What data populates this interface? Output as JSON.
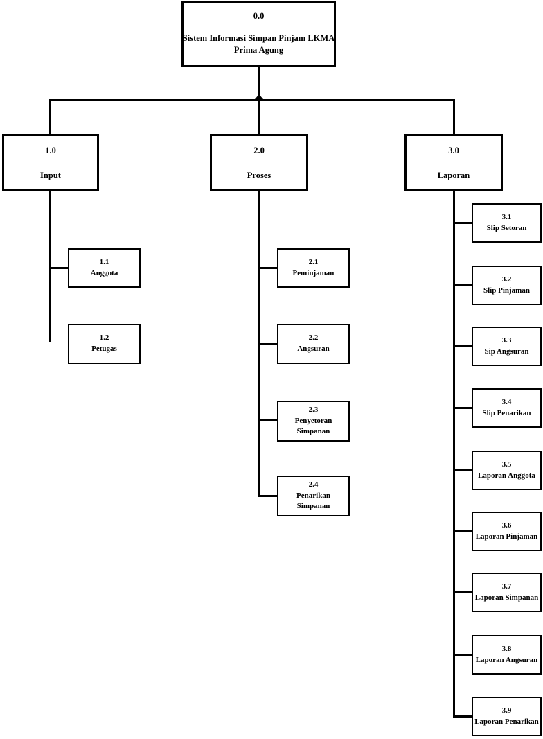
{
  "diagram": {
    "type": "hierarchy-chart",
    "colors": {
      "line": "#000000",
      "background": "#ffffff"
    },
    "nodes": {
      "n0": {
        "code": "0.0",
        "lines": [
          "Sistem Informasi Simpan Pinjam LKMA",
          "Prima Agung"
        ]
      },
      "n1": {
        "code": "1.0",
        "lines": [
          "Input"
        ]
      },
      "n2": {
        "code": "2.0",
        "lines": [
          "Proses"
        ]
      },
      "n3": {
        "code": "3.0",
        "lines": [
          "Laporan"
        ]
      },
      "n11": {
        "code": "1.1",
        "lines": [
          "Anggota"
        ]
      },
      "n12": {
        "code": "1.2",
        "lines": [
          "Petugas"
        ]
      },
      "n21": {
        "code": "2.1",
        "lines": [
          "Peminjaman"
        ]
      },
      "n22": {
        "code": "2.2",
        "lines": [
          "Angsuran"
        ]
      },
      "n23": {
        "code": "2.3",
        "lines": [
          "Penyetoran",
          "Simpanan"
        ]
      },
      "n24": {
        "code": "2.4",
        "lines": [
          "Penarikan",
          "Simpanan"
        ]
      },
      "n31": {
        "code": "3.1",
        "lines": [
          "Slip Setoran"
        ]
      },
      "n32": {
        "code": "3.2",
        "lines": [
          "Slip Pinjaman"
        ]
      },
      "n33": {
        "code": "3.3",
        "lines": [
          "Sip Angsuran"
        ]
      },
      "n34": {
        "code": "3.4",
        "lines": [
          "Slip Penarikan"
        ]
      },
      "n35": {
        "code": "3.5",
        "lines": [
          "Laporan Anggota"
        ]
      },
      "n36": {
        "code": "3.6",
        "lines": [
          "Laporan Pinjaman"
        ]
      },
      "n37": {
        "code": "3.7",
        "lines": [
          "Laporan Simpanan"
        ]
      },
      "n38": {
        "code": "3.8",
        "lines": [
          "Laporan Angsuran"
        ]
      },
      "n39": {
        "code": "3.9",
        "lines": [
          "Laporan Penarikan"
        ]
      }
    }
  }
}
